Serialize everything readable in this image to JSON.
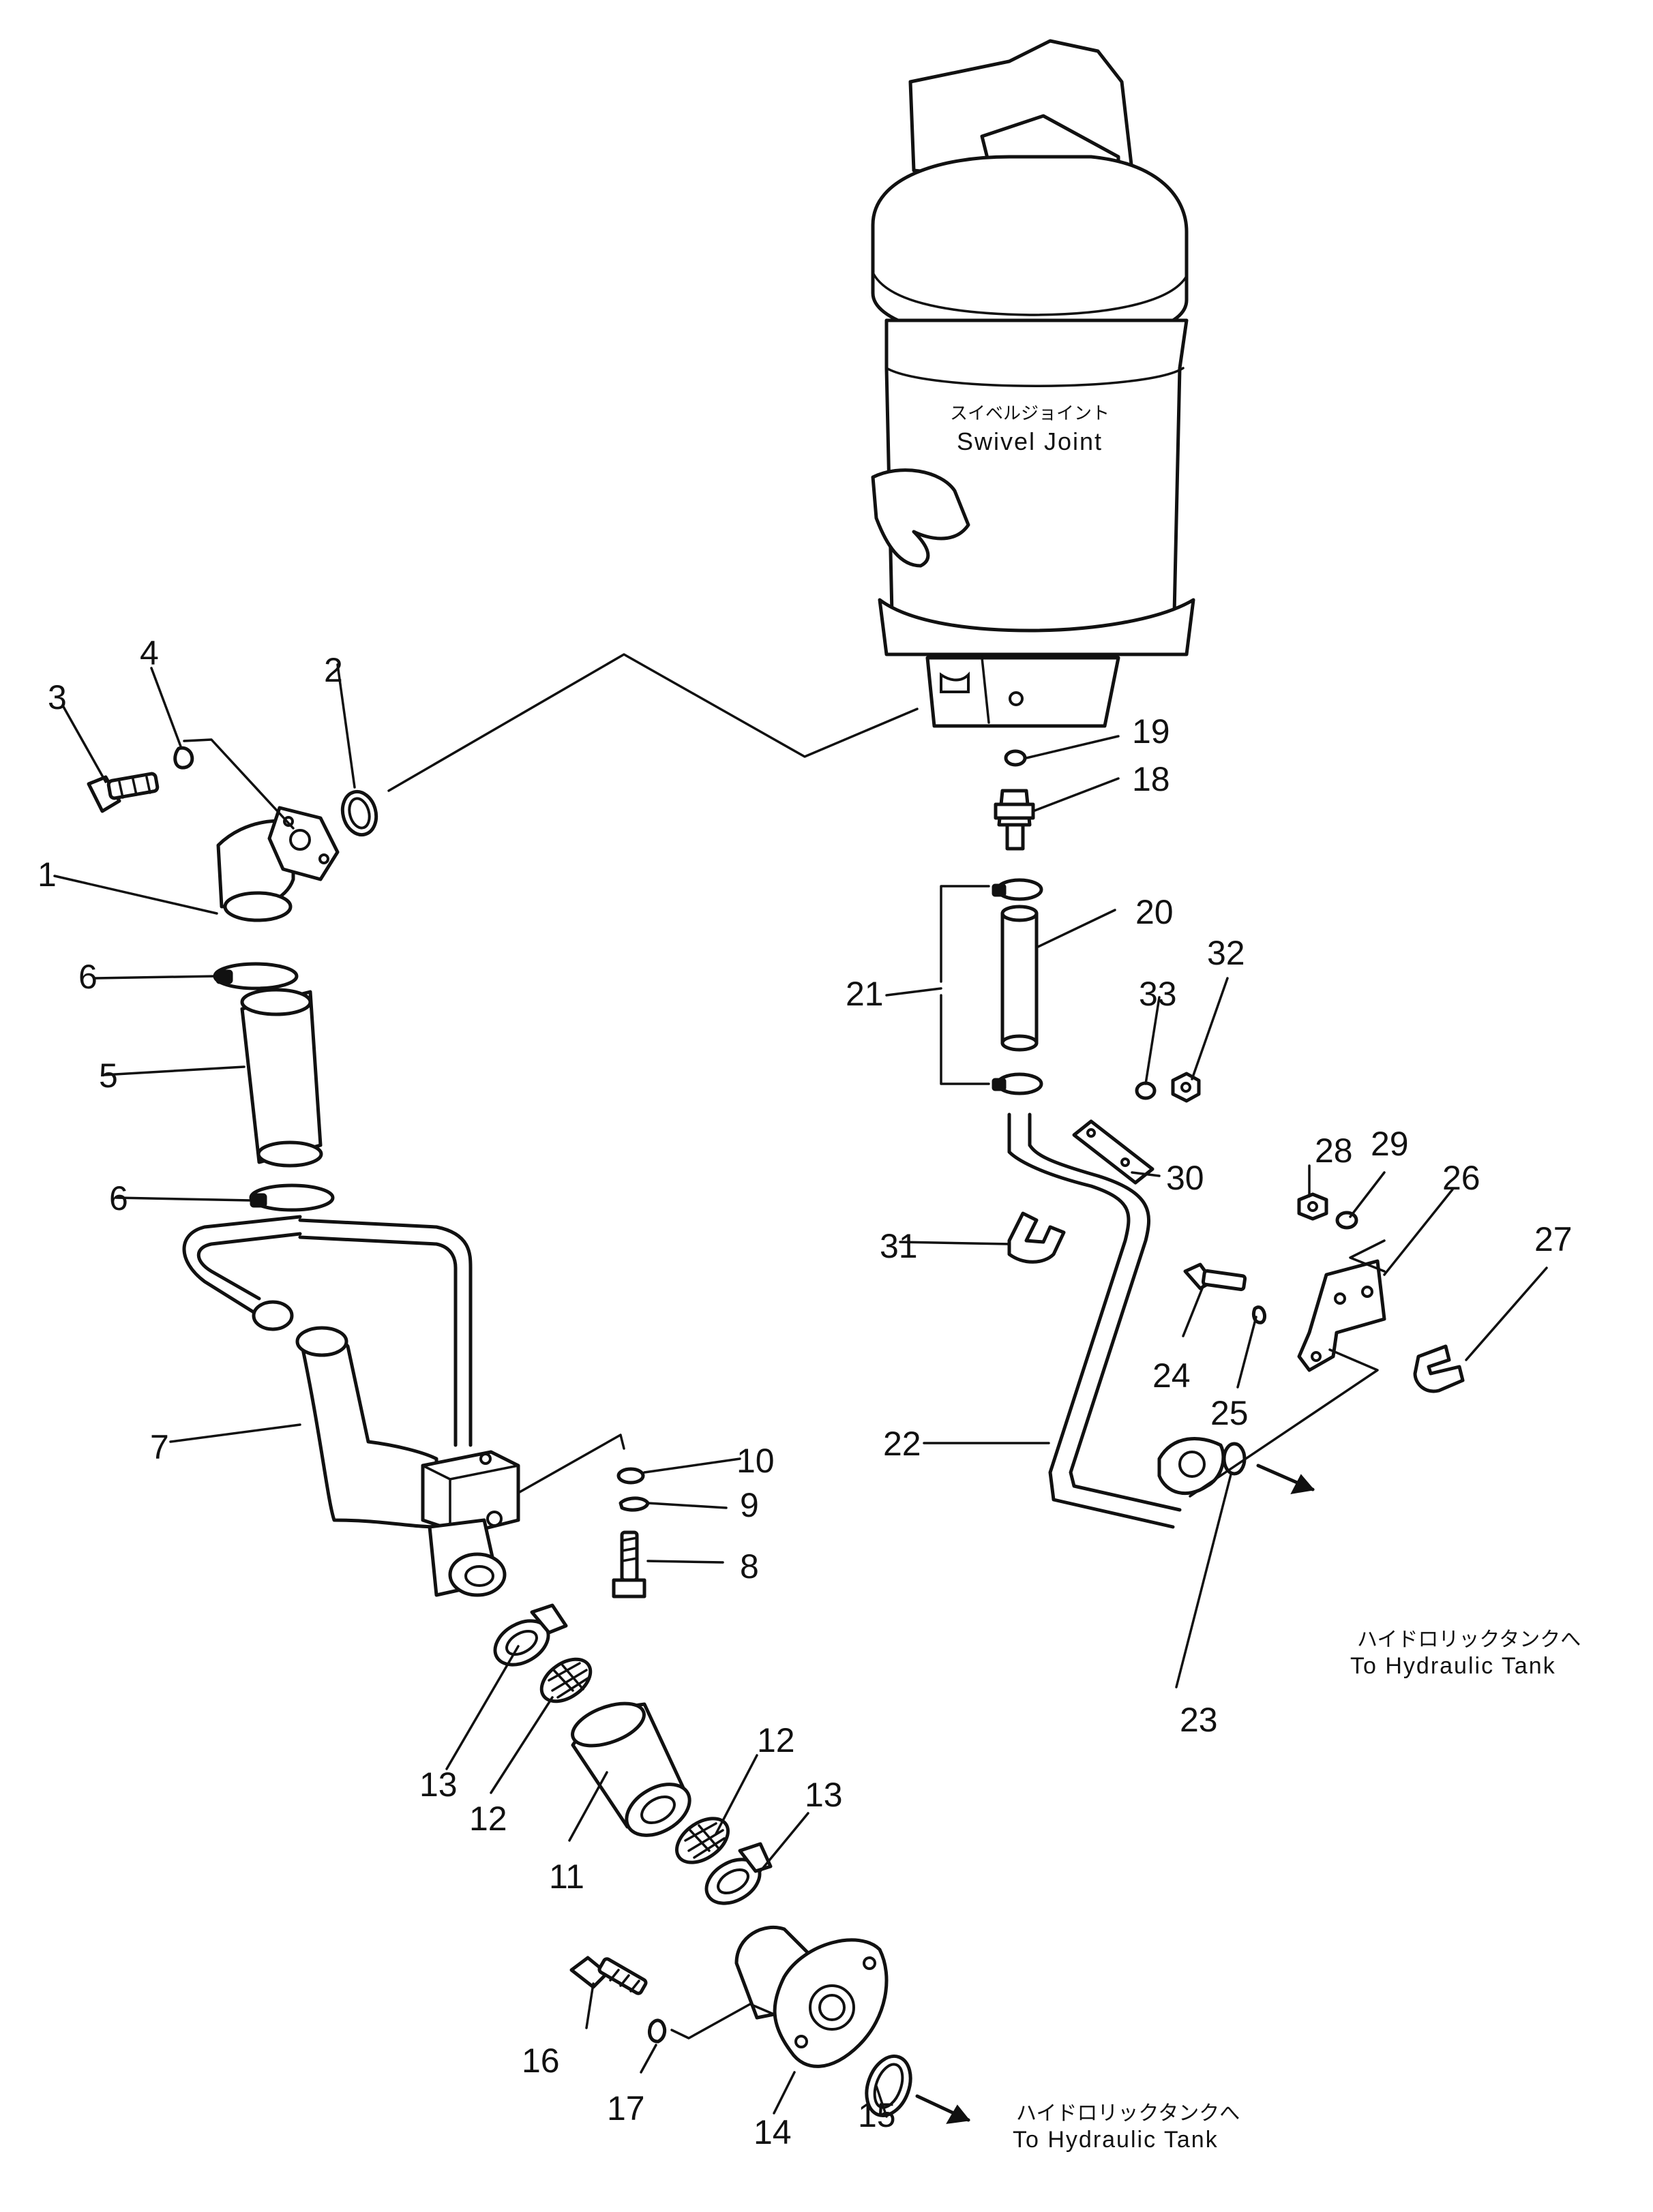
{
  "component": {
    "name_jp": "スイベルジョイント",
    "name_en": "Swivel Joint"
  },
  "destinations": [
    {
      "jp": "ハイドロリックタンクへ",
      "en": "To Hydraulic Tank"
    },
    {
      "jp": "ハイドロリックタンクへ",
      "en": "To Hydraulic Tank"
    }
  ],
  "callouts": {
    "c1": "1",
    "c2": "2",
    "c3": "3",
    "c4": "4",
    "c5": "5",
    "c6a": "6",
    "c6b": "6",
    "c7": "7",
    "c8": "8",
    "c9": "9",
    "c10": "10",
    "c11": "11",
    "c12a": "12",
    "c12b": "12",
    "c13a": "13",
    "c13b": "13",
    "c14": "14",
    "c15": "15",
    "c16": "16",
    "c17": "17",
    "c18": "18",
    "c19": "19",
    "c20": "20",
    "c21": "21",
    "c22": "22",
    "c23": "23",
    "c24": "24",
    "c25": "25",
    "c26": "26",
    "c27": "27",
    "c28": "28",
    "c29": "29",
    "c30": "30",
    "c31": "31",
    "c32": "32",
    "c33": "33"
  }
}
